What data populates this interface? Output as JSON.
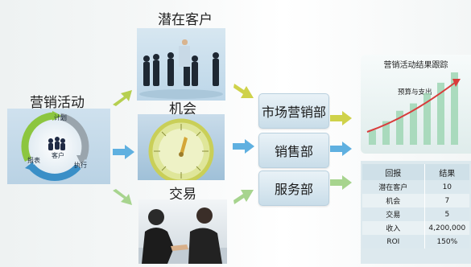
{
  "nodes": {
    "marketing_activity": "营销活动",
    "potential_customers": "潜在客户",
    "opportunity": "机会",
    "deal": "交易"
  },
  "cycle": {
    "top": "计划",
    "left": "报表",
    "right": "执行",
    "center": "客户"
  },
  "departments": [
    "市场营销部",
    "销售部",
    "服务部"
  ],
  "chart": {
    "title": "营销活动结果跟踪",
    "subtitle": "预算与支出"
  },
  "chart_data": {
    "type": "bar",
    "title": "营销活动结果跟踪",
    "values": [
      1,
      1.6,
      2.3,
      2.8,
      3.5,
      4.2,
      4.9
    ],
    "annotation": "预算与支出"
  },
  "results_table": {
    "headers": [
      "回报",
      "结果"
    ],
    "rows": [
      [
        "潜在客户",
        "10"
      ],
      [
        "机会",
        "7"
      ],
      [
        "交易",
        "5"
      ],
      [
        "收入",
        "4,200,000"
      ],
      [
        "ROI",
        "150%"
      ]
    ]
  },
  "colors": {
    "arrow_green": "#b6cf4f",
    "arrow_blue": "#5fb0e0",
    "arrow_lightgreen": "#a7d48e",
    "arrow_yellow": "#cfd24a",
    "bar": "#9fd6b4"
  }
}
